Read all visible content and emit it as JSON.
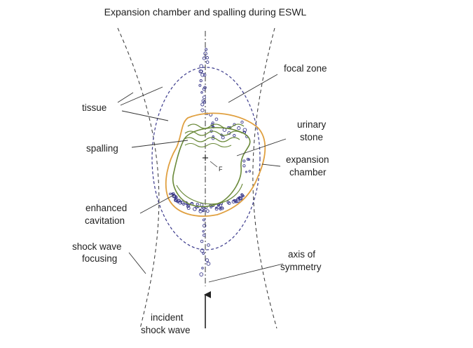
{
  "title": "Expansion chamber and spalling during ESWL",
  "labels": {
    "focal_zone": "focal zone",
    "tissue": "tissue",
    "urinary_stone_1": "urinary",
    "urinary_stone_2": "stone",
    "spalling": "spalling",
    "expansion_chamber_1": "expansion",
    "expansion_chamber_2": "chamber",
    "enhanced_cavitation_1": "enhanced",
    "enhanced_cavitation_2": "cavitation",
    "shock_wave_focusing_1": "shock wave",
    "shock_wave_focusing_2": "focusing",
    "axis_of_symmetry_1": "axis of",
    "axis_of_symmetry_2": "symmetry",
    "incident_shock_wave_1": "incident",
    "incident_shock_wave_2": "shock wave",
    "focal_point": "F"
  },
  "colors": {
    "focal_zone_outline": "#3b3a8c",
    "stone_outline": "#6b8a3a",
    "expansion_chamber_outline": "#e0a040",
    "bubbles": "#3b3a8c",
    "text": "#1f1f1f"
  }
}
